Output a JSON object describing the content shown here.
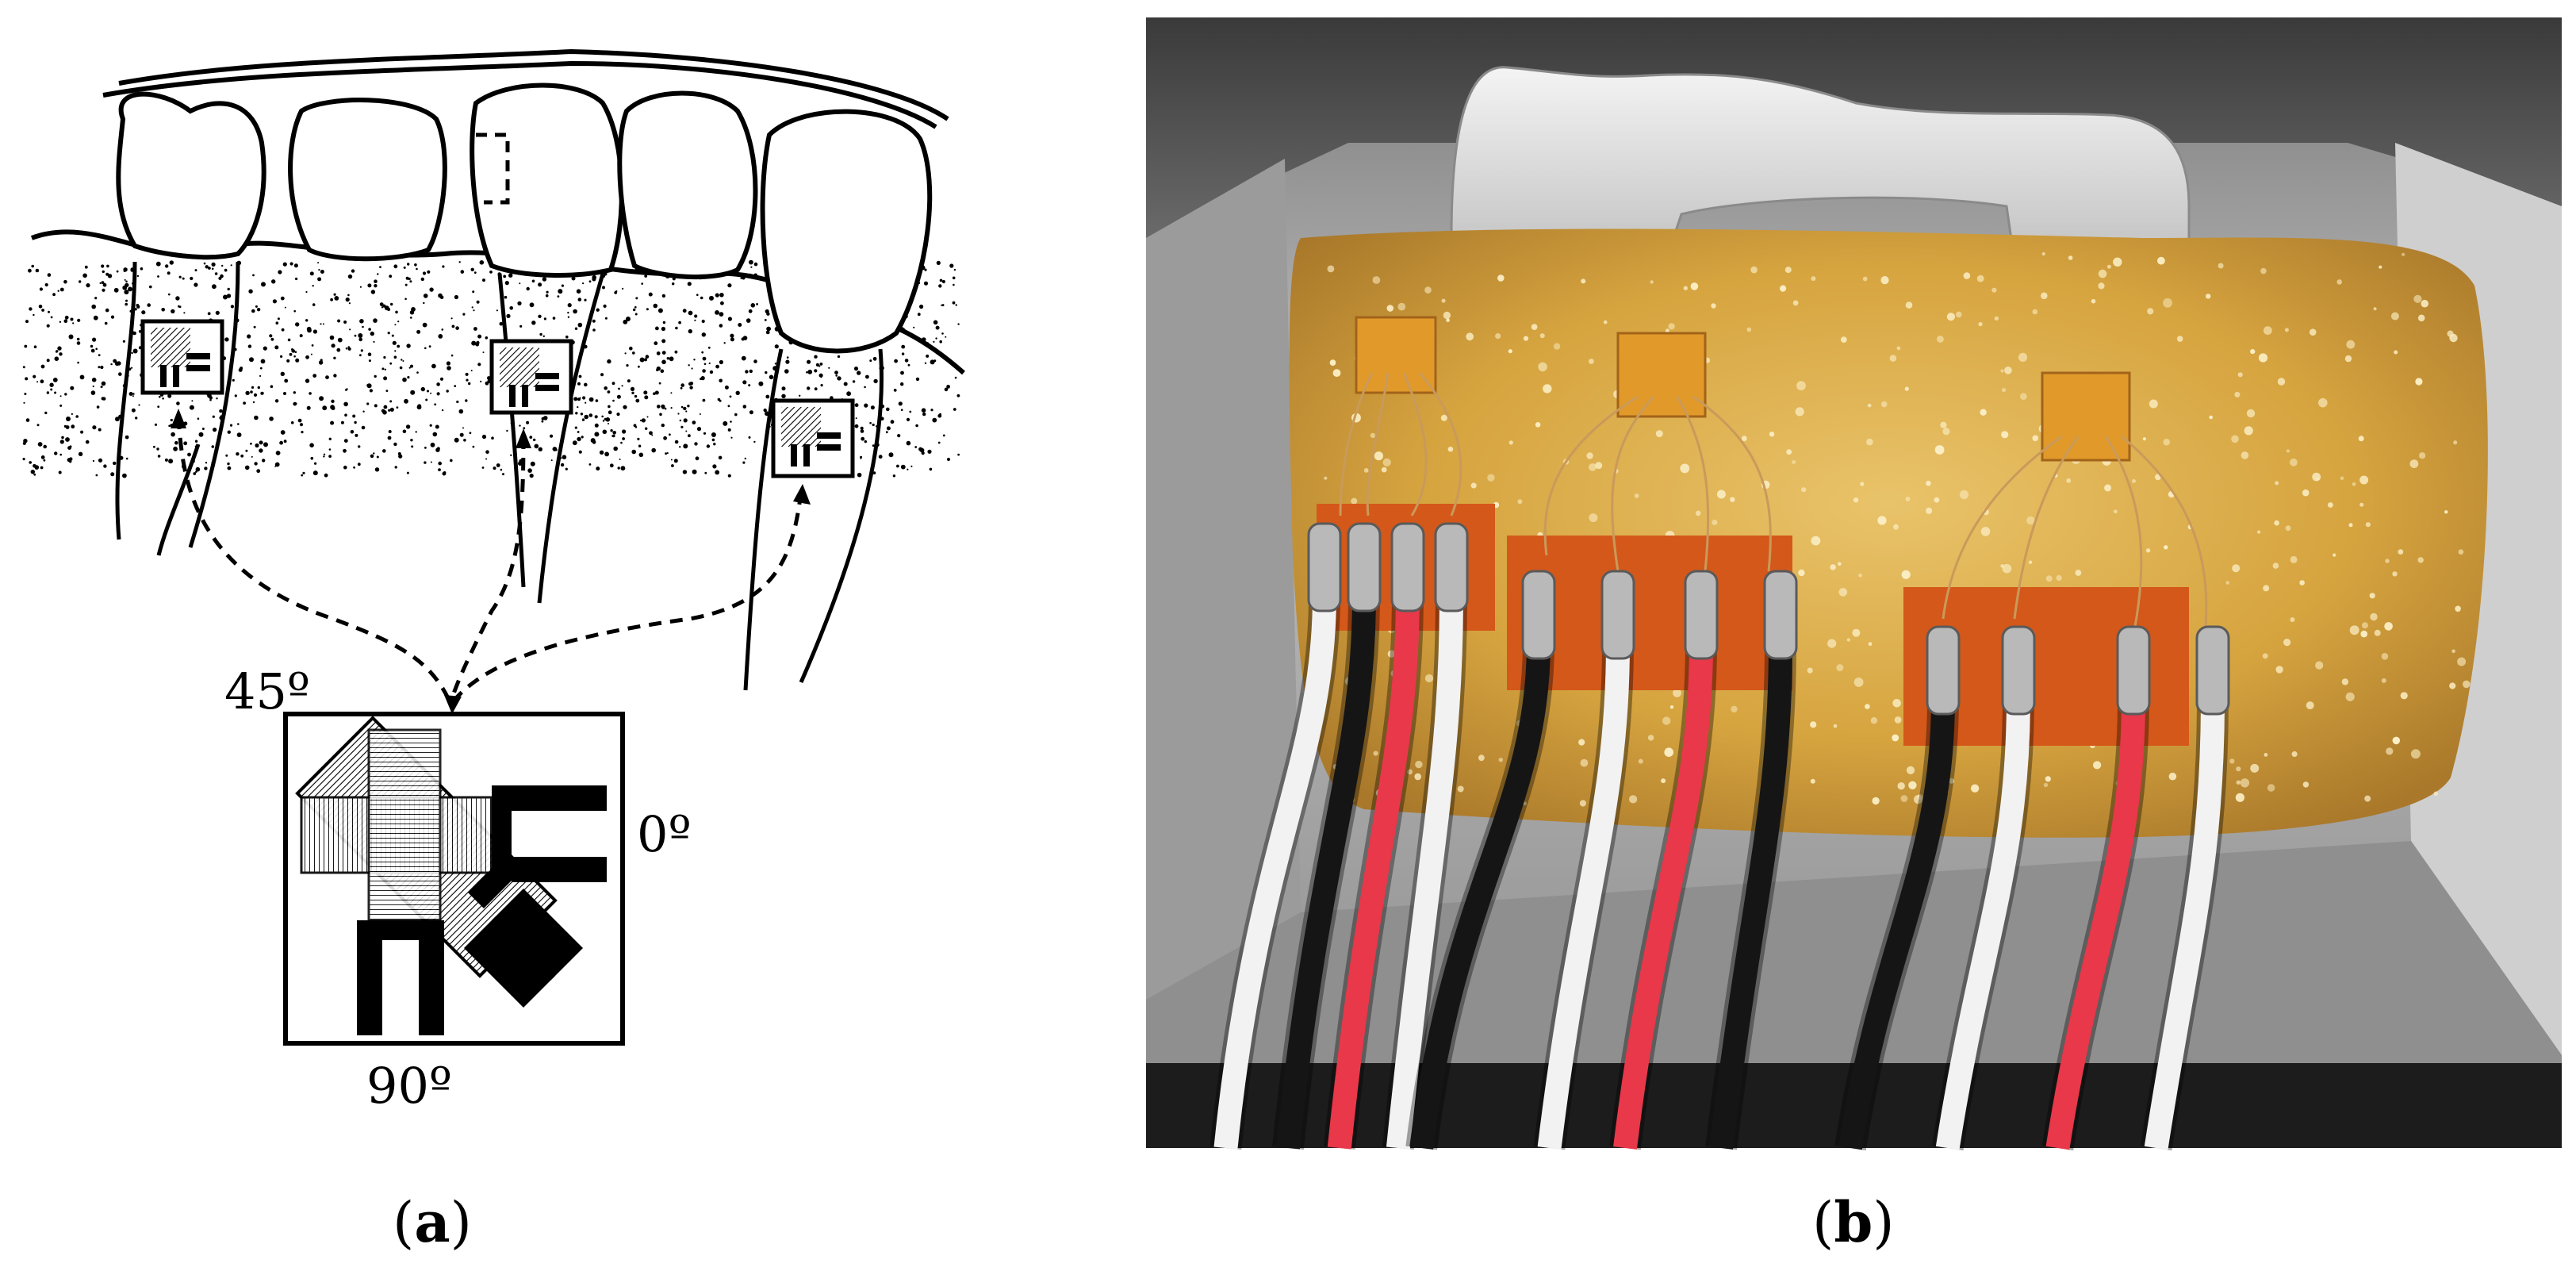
{
  "panel_a": {
    "angle_labels": {
      "deg45": "45º",
      "deg0": "0º",
      "deg90": "90º"
    },
    "caption": {
      "open": "(",
      "letter": "a",
      "close": ")"
    }
  },
  "panel_b": {
    "caption": {
      "open": "(",
      "letter": "b",
      "close": ")"
    }
  },
  "colors": {
    "ink": "#000000",
    "resin": "#d8a640",
    "copper_pad": "#d4581a",
    "wire_red": "#e8384a",
    "wire_white": "#f2f2f2",
    "wire_black": "#151515",
    "metal_box": "#a8a8a8"
  }
}
